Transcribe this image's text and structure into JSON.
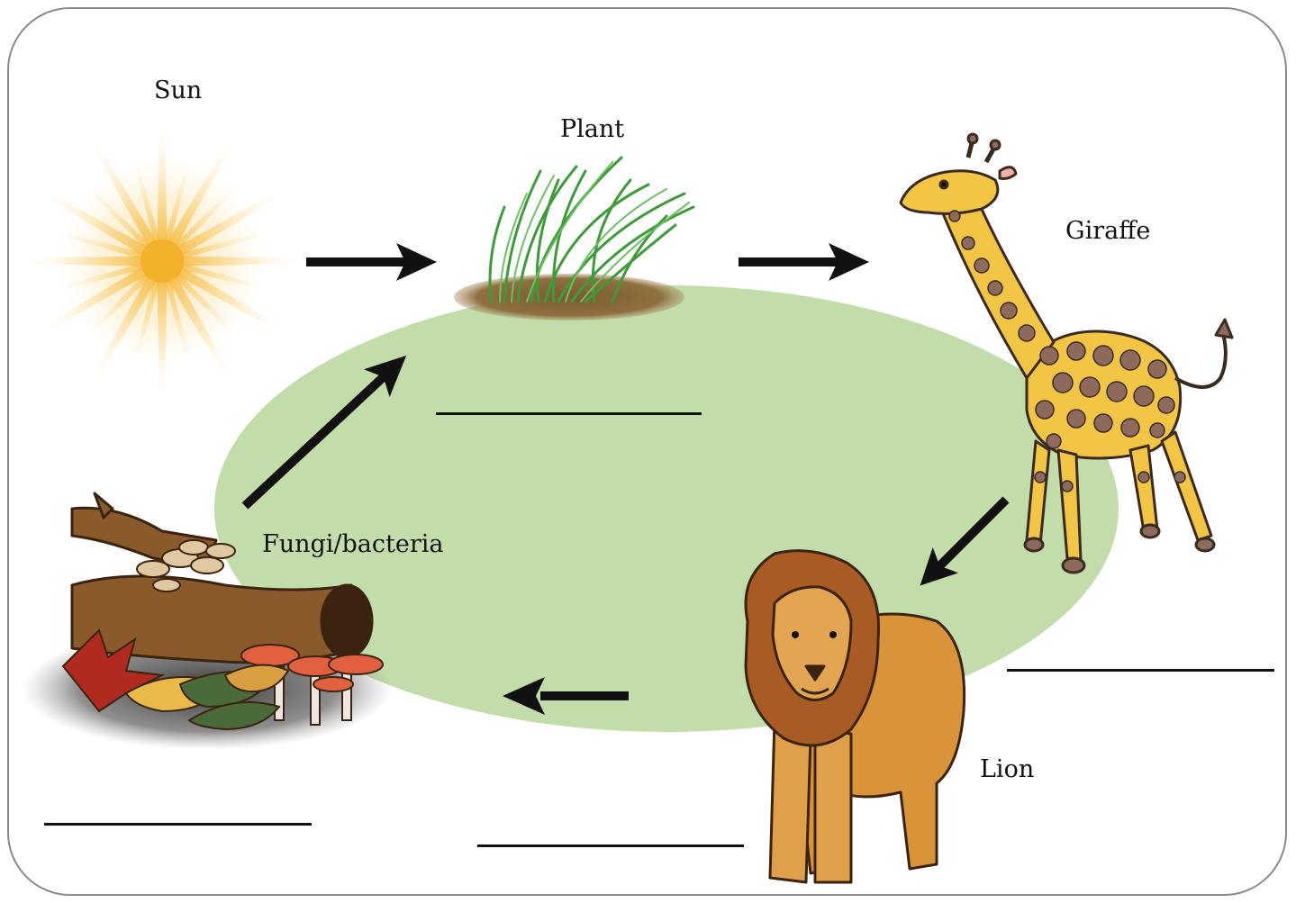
{
  "labels": {
    "sun": "Sun",
    "plant": "Plant",
    "giraffe": "Giraffe",
    "fungi": "Fungi/bacteria",
    "lion": "Lion"
  },
  "colors": {
    "ellipse": "#c2dcaa",
    "sun": "#f3b22b",
    "grass": "#3f9b3a",
    "soil": "#8a6a3a",
    "giraffe_body": "#f2c544",
    "giraffe_spots": "#8e6a5c",
    "lion_body": "#d9943a",
    "lion_mane": "#a85b22",
    "log": "#8b5a2b",
    "mushroom_cap": "#e06040",
    "arrow": "#111111"
  },
  "icons": [
    "sun-icon",
    "grass-icon",
    "giraffe-icon",
    "lion-icon",
    "decomposer-log-icon"
  ]
}
